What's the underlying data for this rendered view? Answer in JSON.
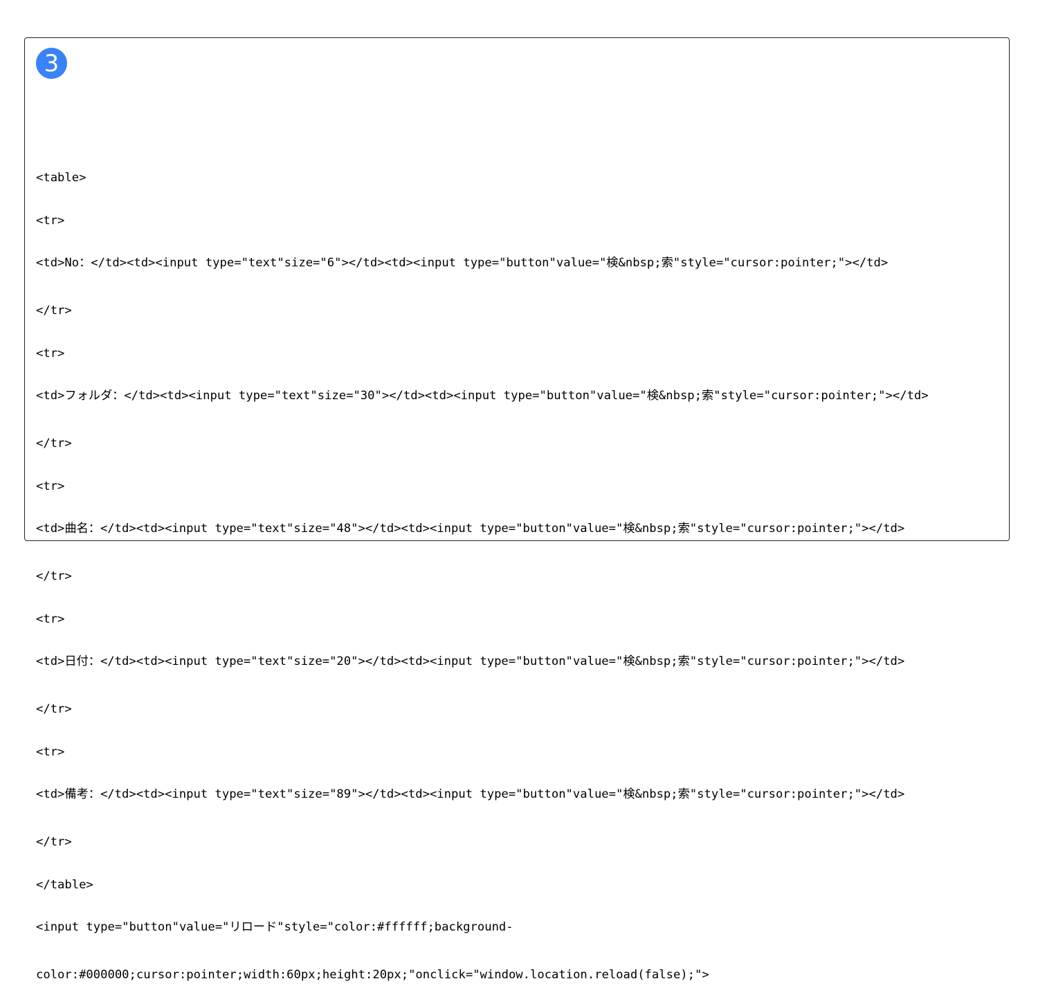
{
  "badge": {
    "number": "3",
    "color": "#3b82f6"
  },
  "code_lines": [
    "<table>",
    "<tr>",
    "<td>No：</td><td><input type=\"text\"size=\"6\"></td><td><input type=\"button\"value=\"検&nbsp;索\"style=\"cursor:pointer;\"></td>",
    "</tr>",
    "<tr>",
    "<td>フォルダ：</td><td><input type=\"text\"size=\"30\"></td><td><input type=\"button\"value=\"検&nbsp;索\"style=\"cursor:pointer;\"></td>",
    "</tr>",
    "<tr>",
    "<td>曲名：</td><td><input type=\"text\"size=\"48\"></td><td><input type=\"button\"value=\"検&nbsp;索\"style=\"cursor:pointer;\"></td>",
    "</tr>",
    "<tr>",
    "<td>日付：</td><td><input type=\"text\"size=\"20\"></td><td><input type=\"button\"value=\"検&nbsp;索\"style=\"cursor:pointer;\"></td>",
    "</tr>",
    "<tr>",
    "<td>備考：</td><td><input type=\"text\"size=\"89\"></td><td><input type=\"button\"value=\"検&nbsp;索\"style=\"cursor:pointer;\"></td>",
    "</tr>",
    "</table>",
    "<input type=\"button\"value=\"リロード\"style=\"color:#ffffff;background-",
    "color:#000000;cursor:pointer;width:60px;height:20px;\"onclick=\"window.location.reload(false);\">"
  ]
}
